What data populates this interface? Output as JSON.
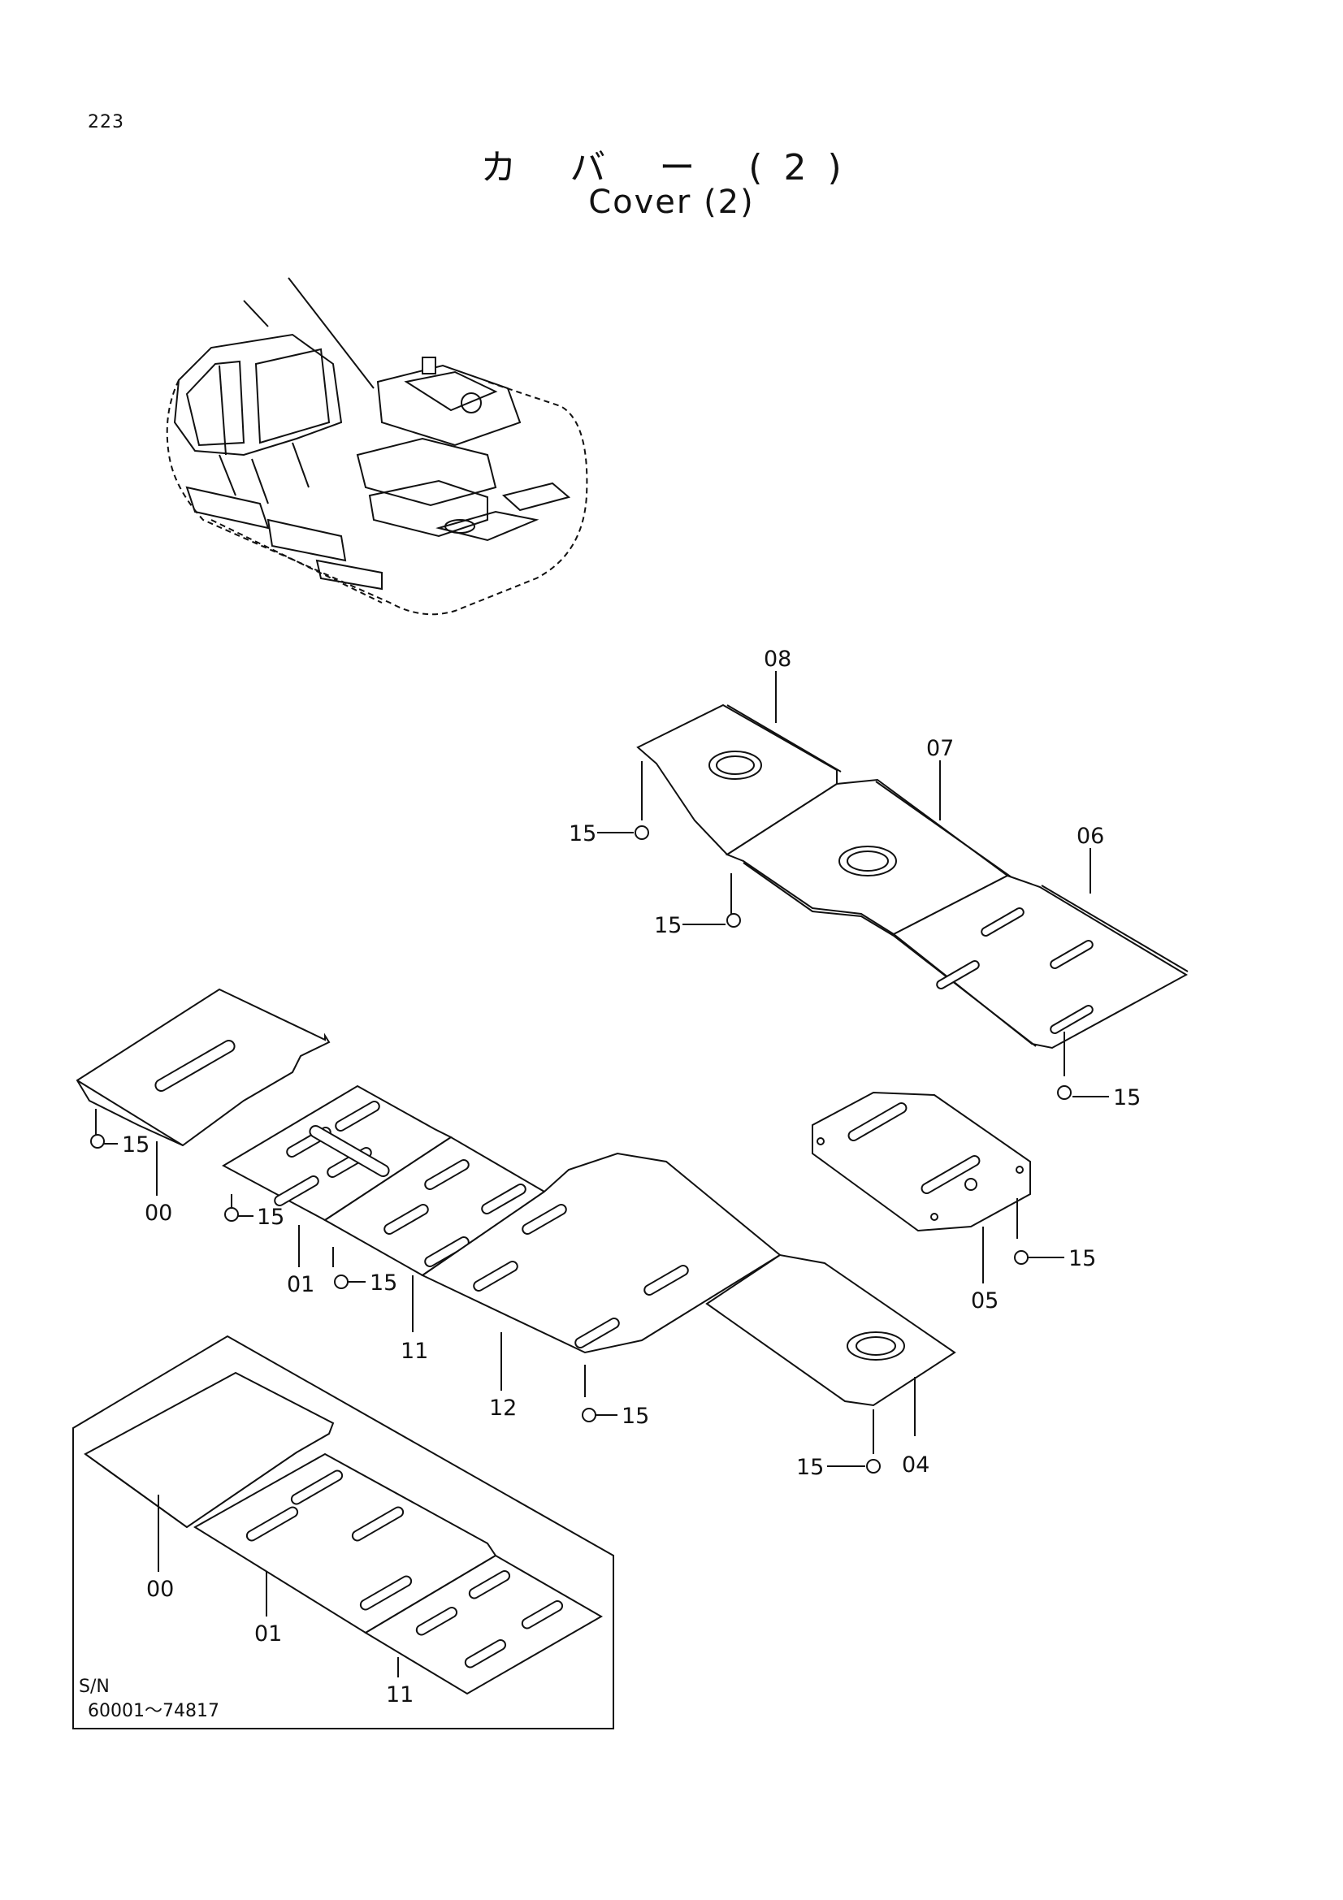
{
  "page": {
    "number": "223"
  },
  "title": {
    "japanese": "カ バ ー (2)",
    "english": "Cover (2)"
  },
  "callouts": {
    "c08": "08",
    "c07": "07",
    "c06": "06",
    "c15a": "15",
    "c15b": "15",
    "c15c": "15",
    "c15d": "15",
    "c15e": "15",
    "c15f": "15",
    "c15g": "15",
    "c15h": "15",
    "c15i": "15",
    "c00": "00",
    "c01": "01",
    "c11": "11",
    "c12": "12",
    "c04": "04",
    "c05": "05",
    "inset00": "00",
    "inset01": "01",
    "inset11": "11"
  },
  "inset": {
    "sn_label": "S/N",
    "sn_range": "60001～74817"
  }
}
